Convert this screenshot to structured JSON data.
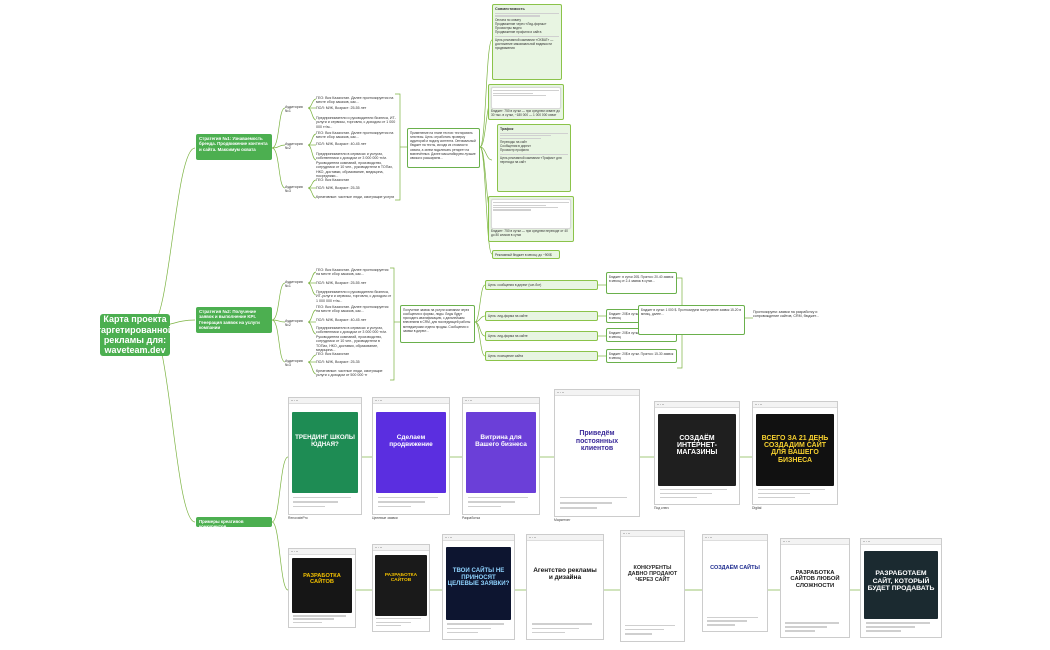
{
  "root": {
    "title": "Карта проекта таргетированной рекламы для: waveteam.dev"
  },
  "branches": {
    "b1": "Стратегия №1: Узнаваемость бренда. Продвижение контента и сайта. Максимум охвата",
    "b2": "Стратегия №2: Получение заявок и выполнение KPI. Генерация заявок на услуги компании",
    "b3": "Примеры креативов конкурентов"
  },
  "audiences": {
    "a1": "Аудитория №1",
    "a2": "Аудитория №2",
    "a3": "Аудитория №3",
    "a4": "Аудитория №1",
    "a5": "Аудитория №2",
    "a6": "Аудитория №3"
  },
  "geo": {
    "g1": "ГЕО: Вся Казахстан. Далее прогнозируется на месте сбор заказов, как...",
    "g2": "ГЕО: Вся Казахстан. Далее прогнозируется на месте сбор заказов, как...",
    "g3": "ГЕО: Вся Казахстан",
    "g4": "ГЕО: Вся Казахстан. Далее прогнозируется на месте сбор заказов, как...",
    "g5": "ГЕО: Вся Казахстан. Далее прогнозируется на месте сбор заказов, как...",
    "g6": "ГЕО: Вся Казахстан"
  },
  "age": {
    "p1": "ПОЛ: М/Ж, Возраст: 25-55 лет",
    "p2": "ПОЛ: М/Ж, Возраст: 40-45 лет",
    "p3": "ПОЛ: М/Ж, Возраст: 25-35",
    "p4": "ПОЛ: М/Ж, Возраст: 25-55 лет",
    "p5": "ПОЛ: М/Ж, Возраст: 40-45 лет",
    "p6": "ПОЛ: М/Ж, Возраст: 25-35"
  },
  "interests": {
    "i1": "Предприниматели и руководители бизнеса, ИТ-услуги и сервисы, торговля, с доходом от 1 000 000 тг/м...",
    "i2": "Предприниматели в сервисах и услугах, собственники с доходом от 3 000 000 тг/м. Руководители компаний, производство, сотрудники от 10 чел., руководители в ТОПах, НКО, доставки, образование, медицина, посредники...",
    "i3": "Креативные: частные люди, смотрящие услуги",
    "i4": "Предприниматели и руководители бизнеса, ИТ-услуги и сервисы, торговля, с доходом от 1 000 000 тг/м...",
    "i5": "Предприниматели в сервисах и услугах, собственники с доходом от 3 000 000 тг/м. Руководители компаний, производство, сотрудники от 10 чел., руководители в ТОПах, НКО, доставки, образование, медицина...",
    "i6": "Креативные: частные люди, смотрящие услуги с доходом от 500 000 тг"
  },
  "notes": {
    "n1": "Применение на этапе тестов: тестировать гипотезы. Цель: отработать проверку аудиторий и подачу контента. Оптимальный бюджет на тесты, исходя из стоимости охвата, а затем подключать ретаргет на вовлечённых. Далее масштабируем лучшие связки и расширяем...",
    "n2": "Получение заявок на услуги компании через сообщения и формы, лиды. Лиды будут проходить квалификацию, с дальнейшим внесением в CRM, для последующей работы менеджерами отдела продаж. Сообщения и заявки в директ..."
  },
  "s1": {
    "top_title": "Совместимость",
    "top_l1": "Оплата по охвату",
    "top_l2": "Продвижение через «Лид-формы»",
    "top_l3": "Просмотры видео",
    "top_l4": "Продвижение профиля и сайта",
    "top_note": "Цель рекламной кампании «ОХВАТ» — достижение максимальной видимости продвижения",
    "mid1": "Бюджет: 750 в сутки — при среднем охвате до 30 тыс. в сутки, ~180 000 — 1 000 000 охват",
    "mid2_title": "Трафик",
    "mid2_l1": "Переходы на сайт",
    "mid2_l2": "Сообщения в директ",
    "mid2_l3": "Просмотр профиля",
    "mid2_note": "Цель рекламной кампании «Трафик» для перехода на сайт",
    "bot1": "Бюджет: 750 в сутки — при среднем переходе от 40 до 80 кликов в сутки",
    "bot2": "Рекламный бюджет в месяц: до ~900$"
  },
  "s2": {
    "c1": "Цель: сообщения в директ (чат-бот)",
    "c2": "Цель: лид-форма на сайте",
    "c3": "Цель: лид-форма на сайте",
    "c4": "Цель: посещение сайта",
    "r1": "Бюджет: в сутки 20$. Прогноз: 20-40 заявок в месяц от 2-4 заявок в сутки...",
    "r2": "Бюджет: 20$ в сутки. Прогноз: 20-40 заявок в месяц",
    "r3": "Бюджет: 20$ в сутки. Прогноз: 20-40 заявок в месяц",
    "r4": "Бюджет: 20$ в сутки. Прогноз: 15-30 заявок в месяц",
    "sum": "Бюджет в сутки: 1 000 $. Прогнозируем поступление заявок 15-20 в месяц, далее...",
    "fin": "Прогнозируем: заявки на разработку и сопровождение сайтов, CRM, бюджет..."
  },
  "ads_row1": [
    {
      "cap": "ТРЕНДИНГ ШКОЛЫ ЮДНАЯ?",
      "under": "RenovatePro",
      "bg": "#1e8c54",
      "fg": "#ffffff"
    },
    {
      "cap": "Сделаем продвижение",
      "under": "Целевые заявки",
      "bg": "#5b2ee0",
      "fg": "#ffffff"
    },
    {
      "cap": "Витрина для Вашего бизнеса",
      "under": "Разработка",
      "bg": "#6b3fd8",
      "fg": "#ffffff"
    },
    {
      "cap": "Приведём постоянных клиентов",
      "under": "Маркетинг",
      "bg": "#ffffff",
      "fg": "#3a2a99"
    },
    {
      "cap": "СОЗДАЁМ ИНТЕРНЕТ-МАГАЗИНЫ",
      "under": "Под ключ",
      "bg": "#1f1f1f",
      "fg": "#ffffff"
    },
    {
      "cap": "ВСЕГО ЗА 21 ДЕНЬ СОЗДАДИМ САЙТ ДЛЯ ВАШЕГО БИЗНЕСА",
      "under": "Digital",
      "bg": "#111111",
      "fg": "#f6d030"
    }
  ],
  "ads_row2": [
    {
      "cap": "РАЗРАБОТКА САЙТОВ",
      "bg": "#161616",
      "fg": "#f2c000"
    },
    {
      "cap": "РАЗРАБОТКА САЙТОВ",
      "bg": "#1a1a1a",
      "fg": "#f2c000"
    },
    {
      "cap": "ТВОИ САЙТЫ НЕ ПРИНОСЯТ ЦЕЛЕВЫЕ ЗАЯВКИ?",
      "bg": "#0d1530",
      "fg": "#8fd3ff"
    },
    {
      "cap": "Агентство рекламы и дизайна",
      "bg": "#ffffff",
      "fg": "#111111"
    },
    {
      "cap": "КОНКУРЕНТЫ ДАВНО ПРОДАЮТ ЧЕРЕЗ САЙТ",
      "bg": "#ffffff",
      "fg": "#2a2a2a"
    },
    {
      "cap": "СОЗДАЁМ САЙТЫ",
      "bg": "#ffffff",
      "fg": "#1d2b8f"
    },
    {
      "cap": "РАЗРАБОТКА САЙТОВ ЛЮБОЙ СЛОЖНОСТИ",
      "bg": "#ffffff",
      "fg": "#1a1a1a"
    },
    {
      "cap": "РАЗРАБОТАЕМ САЙТ, КОТОРЫЙ БУДЕТ ПРОДАВАТЬ",
      "bg": "#1b2a30",
      "fg": "#ffffff"
    }
  ]
}
